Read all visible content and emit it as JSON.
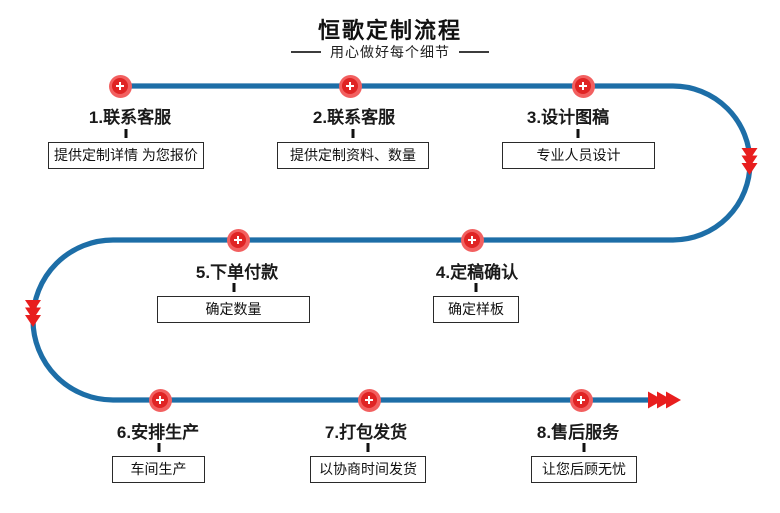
{
  "header": {
    "title": "恒歌定制流程",
    "subtitle": "用心做好每个细节"
  },
  "steps": [
    {
      "label": "1.联系客服",
      "detail": "提供定制详情 为您报价"
    },
    {
      "label": "2.联系客服",
      "detail": "提供定制资料、数量"
    },
    {
      "label": "3.设计图稿",
      "detail": "专业人员设计"
    },
    {
      "label": "4.定稿确认",
      "detail": "确定样板"
    },
    {
      "label": "5.下单付款",
      "detail": "确定数量"
    },
    {
      "label": "6.安排生产",
      "detail": "车间生产"
    },
    {
      "label": "7.打包发货",
      "detail": "以协商时间发货"
    },
    {
      "label": "8.售后服务",
      "detail": "让您后顾无忧"
    }
  ],
  "icons": {
    "step_marker": "plus-circle-icon",
    "turn_right_side": "triple-chevron-down-icon",
    "turn_left_side": "triple-chevron-down-icon",
    "flow_end": "triple-chevron-right-icon"
  },
  "colors": {
    "flow_line": "#1d6ea7",
    "marker_outer": "#f26060",
    "marker_inner": "#e02424",
    "arrow_red": "#e81e1e",
    "text": "#111111"
  }
}
